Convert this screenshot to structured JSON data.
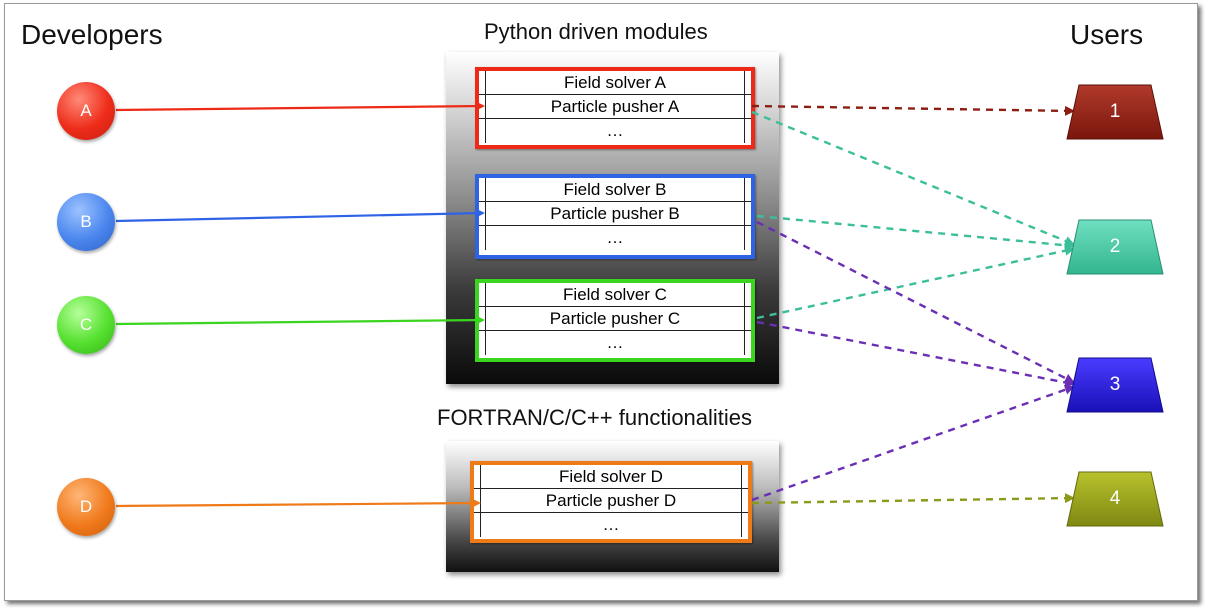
{
  "headings": {
    "developers": "Developers",
    "users": "Users",
    "python_modules": "Python driven modules",
    "native_functionalities": "FORTRAN/C/C++ functionalities"
  },
  "developers": [
    {
      "label": "A",
      "color": "#ee2c1a"
    },
    {
      "label": "B",
      "color": "#4a86ee"
    },
    {
      "label": "C",
      "color": "#55e02f"
    },
    {
      "label": "D",
      "color": "#f07a1c"
    }
  ],
  "modules": {
    "a": {
      "rows": [
        "Field solver A",
        "Particle pusher A",
        "…"
      ],
      "border_color": "#ec2a17"
    },
    "b": {
      "rows": [
        "Field solver B",
        "Particle pusher B",
        "…"
      ],
      "border_color": "#2f63e6"
    },
    "c": {
      "rows": [
        "Field solver C",
        "Particle pusher C",
        "…"
      ],
      "border_color": "#3bd51f"
    },
    "d": {
      "rows": [
        "Field solver D",
        "Particle pusher D",
        "…"
      ],
      "border_color": "#ef7a18"
    }
  },
  "users": [
    {
      "label": "1",
      "color": "#8e1d12"
    },
    {
      "label": "2",
      "color": "#49c9a6"
    },
    {
      "label": "3",
      "color": "#2a1ee0"
    },
    {
      "label": "4",
      "color": "#9aa21a"
    }
  ],
  "link_colors": {
    "to_user_1": "#8e1d12",
    "to_user_2": "#3bbf9a",
    "to_user_3": "#6a2fb5",
    "to_user_4": "#8c9a1a"
  }
}
